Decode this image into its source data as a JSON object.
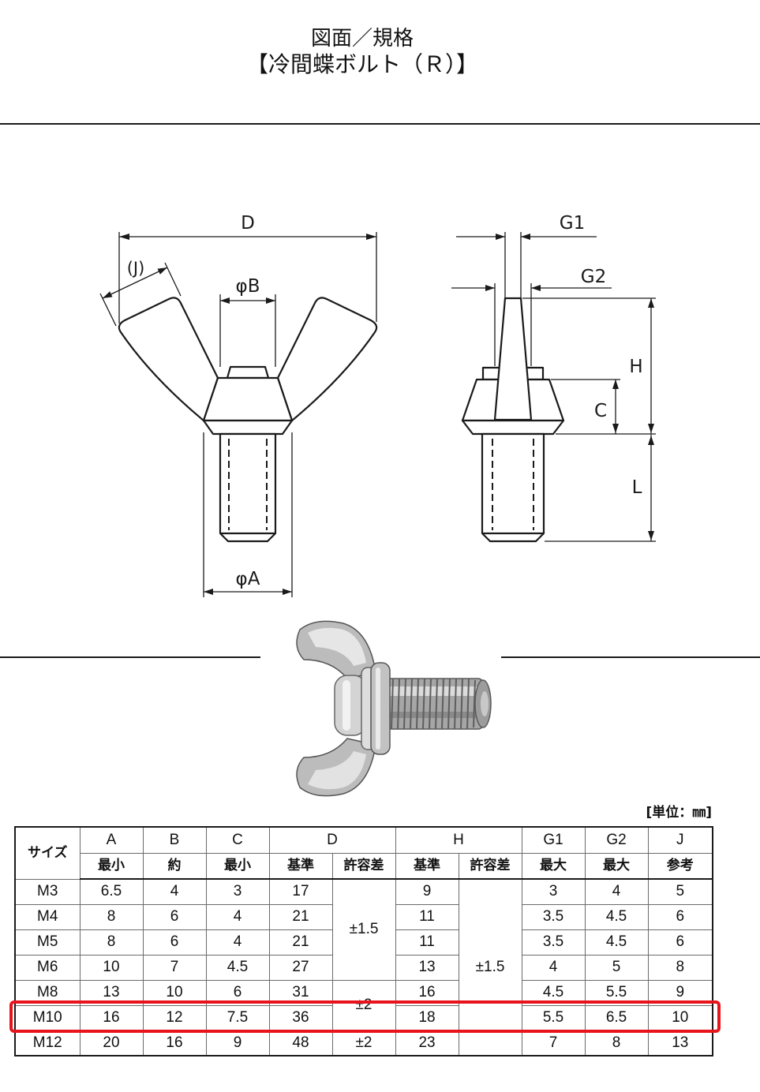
{
  "title": {
    "line1": "図面／規格",
    "line2": "【冷間蝶ボルト（Ｒ）】"
  },
  "drawing": {
    "labels": {
      "D": "D",
      "J": "(J)",
      "phiB": "φB",
      "phiA": "φA",
      "G1": "G1",
      "G2": "G2",
      "H": "H",
      "C": "C",
      "L": "L"
    }
  },
  "colors": {
    "highlight": "#e8141b",
    "line": "#1a1a1a"
  },
  "table": {
    "unit": "[単位：㎜]",
    "head": {
      "size": "サイズ",
      "A": "A",
      "A_sub": "最小",
      "B": "B",
      "B_sub": "約",
      "C": "C",
      "C_sub": "最小",
      "D": "D",
      "D_std": "基準",
      "D_tol": "許容差",
      "H": "H",
      "H_std": "基準",
      "H_tol": "許容差",
      "G1": "G1",
      "G1_sub": "最大",
      "G2": "G2",
      "G2_sub": "最大",
      "J": "J",
      "J_sub": "参考"
    },
    "rows": [
      {
        "size": "M3",
        "A": 6.5,
        "B": 4,
        "C": 3,
        "D": 17,
        "H": 9,
        "G1": 3,
        "G2": 4,
        "J": 5
      },
      {
        "size": "M4",
        "A": 8,
        "B": 6,
        "C": 4,
        "D": 21,
        "H": 11,
        "G1": 3.5,
        "G2": 4.5,
        "J": 6
      },
      {
        "size": "M5",
        "A": 8,
        "B": 6,
        "C": 4,
        "D": 21,
        "H": 11,
        "G1": 3.5,
        "G2": 4.5,
        "J": 6
      },
      {
        "size": "M6",
        "A": 10,
        "B": 7,
        "C": 4.5,
        "D": 27,
        "H": 13,
        "G1": 4,
        "G2": 5,
        "J": 8
      },
      {
        "size": "M8",
        "A": 13,
        "B": 10,
        "C": 6,
        "D": 31,
        "H": 16,
        "G1": 4.5,
        "G2": 5.5,
        "J": 9
      },
      {
        "size": "M10",
        "A": 16,
        "B": 12,
        "C": 7.5,
        "D": 36,
        "H": 18,
        "G1": 5.5,
        "G2": 6.5,
        "J": 10,
        "highlighted": true
      },
      {
        "size": "M12",
        "A": 20,
        "B": 16,
        "C": 9,
        "D": 48,
        "H": 23,
        "G1": 7,
        "G2": 8,
        "J": 13
      }
    ],
    "d_tolerance": [
      "±1.5",
      "±2",
      "±2"
    ],
    "h_tolerance": "±1.5"
  }
}
